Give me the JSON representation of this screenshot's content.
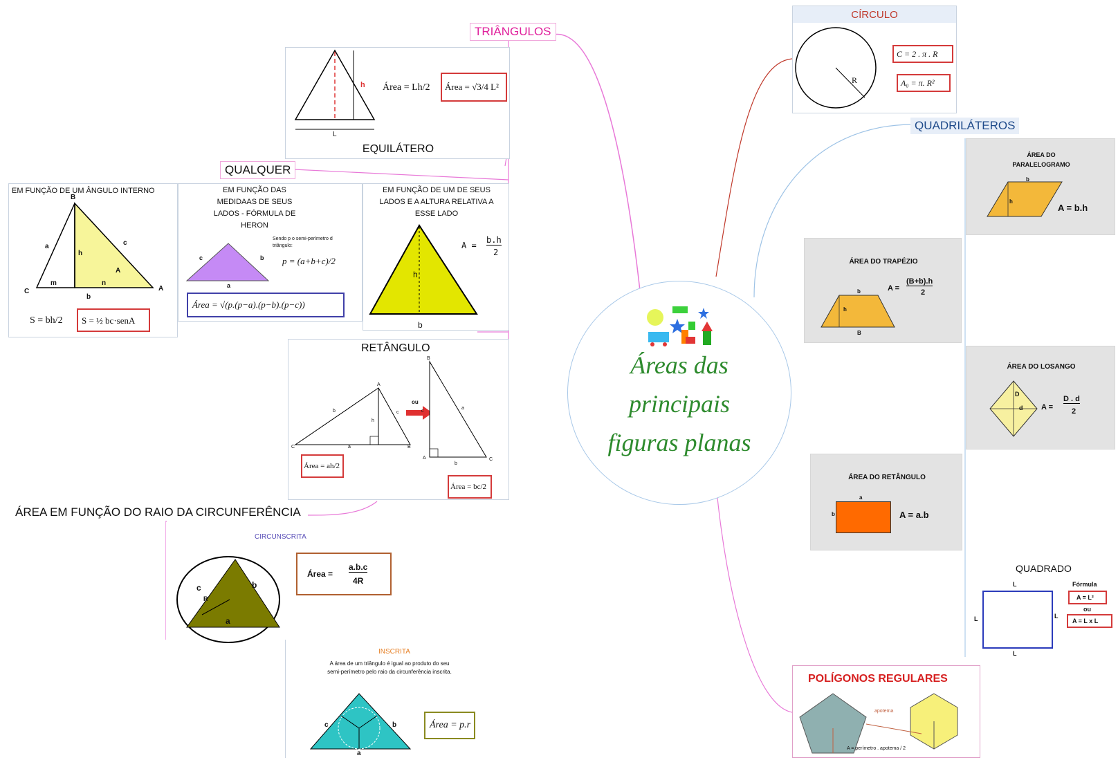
{
  "central": {
    "title_line1": "Áreas das",
    "title_line2": "principais",
    "title_line3": "figuras planas",
    "color": "#2e8b2e"
  },
  "branches": {
    "triangulos": "TRIÂNGULOS",
    "circulo": "CÍRCULO",
    "quadrilateros": "QUADRILÁTEROS",
    "poligonos": "POLÍGONOS REGULARES",
    "qualquer": "QUALQUER",
    "raio": "ÁREA EM FUNÇÃO DO RAIO DA CIRCUNFERÊNCIA"
  },
  "equilatero": {
    "title": "EQUILÁTERO",
    "label_h": "h",
    "label_L": "L",
    "formula_area": "Área = Lh/2",
    "formula_box": "Área = √3/4 L²"
  },
  "angulo": {
    "title": "EM FUNÇÃO DE UM ÂNGULO INTERNO",
    "labels": [
      "B",
      "a",
      "c",
      "h",
      "A",
      "C",
      "m",
      "n",
      "A",
      "b"
    ],
    "formula_left": "S = bh/2",
    "formula_box": "S = ½ bc·senA"
  },
  "heron": {
    "title_l1": "EM FUNÇÃO DAS",
    "title_l2": "MEDIDAAS DE SEUS",
    "title_l3": "LADOS - FÓRMULA DE",
    "title_l4": "HERON",
    "note_l1": "Sendo p o semi-perímetro d",
    "note_l2": "triângulo:",
    "label_c": "c",
    "label_b": "b",
    "label_a": "a",
    "p_formula": "p = (a+b+c)/2",
    "area_box": "Área = √(p.(p−a).(p−b).(p−c))"
  },
  "altura": {
    "title_l1": "EM FUNÇÃO DE UM DE SEUS",
    "title_l2": "LADOS E A ALTURA RELATIVA A",
    "title_l3": "ESSE LADO",
    "formula_num": "b.h",
    "formula_prefix": "A =",
    "formula_den": "2",
    "label_h": "h",
    "label_b": "b"
  },
  "retangulo_tri": {
    "title": "RETÂNGULO",
    "ou": "ou",
    "box1": "Área = ah/2",
    "box2": "Área = bc/2",
    "labels1": [
      "A",
      "b",
      "c",
      "h",
      "C",
      "a",
      "B"
    ],
    "labels2": [
      "B",
      "c",
      "a",
      "A",
      "b",
      "C"
    ]
  },
  "circunscrita": {
    "title": "CIRCUNSCRITA",
    "area_prefix": "Área =",
    "num": "a.b.c",
    "den": "4R",
    "labels": [
      "c",
      "b",
      "R",
      "a"
    ]
  },
  "inscrita": {
    "title": "INSCRITA",
    "text_l1": "A área de um triângulo é igual ao produto do seu",
    "text_l2": "semi-perímetro pelo raio da circunferência inscrita.",
    "box": "Área = p.r",
    "labels": [
      "c",
      "b",
      "a"
    ]
  },
  "circulo": {
    "label_R": "R",
    "formula1": "C = 2 . π . R",
    "formula2": "A₀ = π. R²"
  },
  "paralelogramo": {
    "title_l1": "ÁREA DO",
    "title_l2": "PARALELOGRAMO",
    "label_b": "b",
    "label_h": "h",
    "formula": "A = b.h"
  },
  "trapezio": {
    "title": "ÁREA DO TRAPÉZIO",
    "label_b": "b",
    "label_h": "h",
    "label_B": "B",
    "prefix": "A =",
    "num": "(B+b).h",
    "den": "2"
  },
  "losango": {
    "title": "ÁREA DO LOSANGO",
    "label_D": "D",
    "label_d": "d",
    "prefix": "A =",
    "num": "D . d",
    "den": "2"
  },
  "retangulo": {
    "title": "ÁREA DO RETÂNGULO",
    "label_a": "a",
    "label_b": "b",
    "formula": "A = a.b"
  },
  "quadrado": {
    "title": "QUADRADO",
    "label_L": "L",
    "formula_title": "Fórmula",
    "f1": "A = L²",
    "ou": "ou",
    "f2": "A = L x L"
  },
  "poligonos": {
    "apotema": "apotema",
    "formula": "A = perímetro . apotema / 2"
  },
  "colors": {
    "pink": "#e040c8",
    "red_line": "#c0392b",
    "blue_line": "#9ec3e6",
    "yellow": "#f5e87a",
    "purple": "#c77dff",
    "lime": "#e0e000",
    "olive": "#7a7a00",
    "teal": "#2cc6c6",
    "orange": "#ff6a00",
    "gold": "#f3b83a"
  }
}
